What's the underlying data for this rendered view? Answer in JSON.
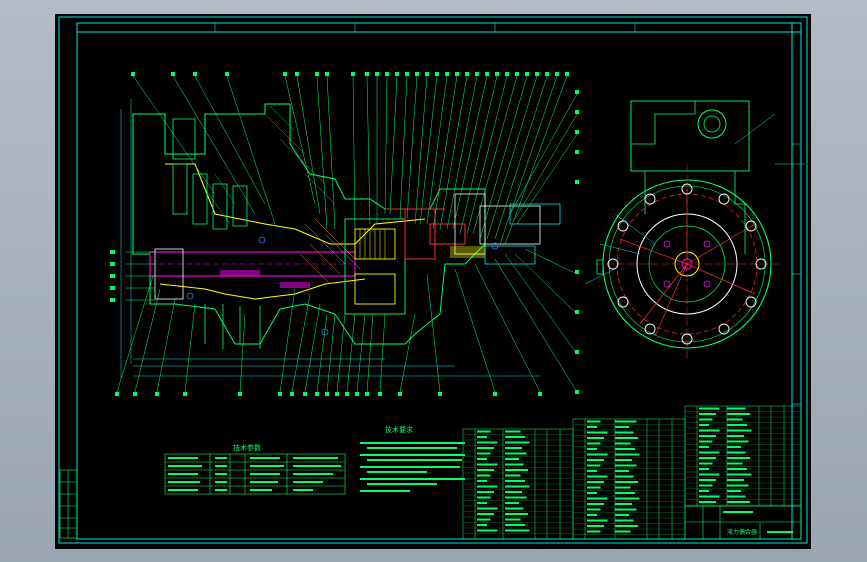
{
  "drawing": {
    "background": "#000000",
    "frame_color": "#00e5e5",
    "line_color": "#00ff66",
    "accent_colors": [
      "#ff2a2a",
      "#ffff00",
      "#ff00ff",
      "#ffffff"
    ]
  },
  "tables": {
    "left_title": "技术参数",
    "right_title": "技术要求",
    "title_block_name": "液力偶合器"
  }
}
